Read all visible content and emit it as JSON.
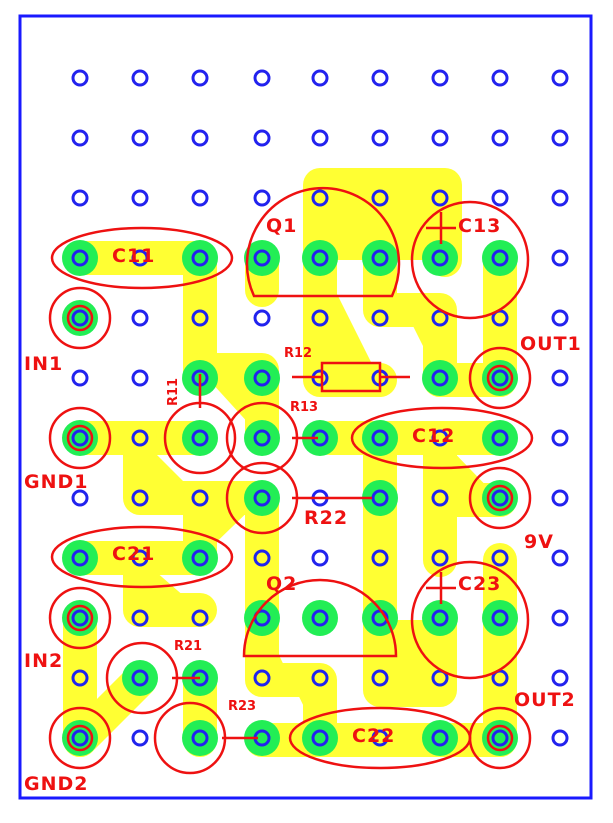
{
  "colors": {
    "background": "#ffffff",
    "board_outline": "#1a1aff",
    "trace": "#ffff33",
    "pad": "#22ee55",
    "hole": "#2222ee",
    "silkscreen": "#ee1111"
  },
  "components": [
    {
      "id": "Q1",
      "label": "Q1"
    },
    {
      "id": "C13",
      "label": "C13"
    },
    {
      "id": "C11",
      "label": "C11"
    },
    {
      "id": "IN1",
      "label": "IN1"
    },
    {
      "id": "OUT1",
      "label": "OUT1"
    },
    {
      "id": "R12",
      "label": "R12"
    },
    {
      "id": "R11",
      "label": "R11"
    },
    {
      "id": "R13",
      "label": "R13"
    },
    {
      "id": "C12",
      "label": "C12"
    },
    {
      "id": "GND1",
      "label": "GND1"
    },
    {
      "id": "R22",
      "label": "R22"
    },
    {
      "id": "9V",
      "label": "9V"
    },
    {
      "id": "C21",
      "label": "C21"
    },
    {
      "id": "Q2",
      "label": "Q2"
    },
    {
      "id": "C23",
      "label": "C23"
    },
    {
      "id": "IN2",
      "label": "IN2"
    },
    {
      "id": "R21",
      "label": "R21"
    },
    {
      "id": "R23",
      "label": "R23"
    },
    {
      "id": "OUT2",
      "label": "OUT2"
    },
    {
      "id": "C22",
      "label": "C22"
    },
    {
      "id": "GND2",
      "label": "GND2"
    }
  ]
}
